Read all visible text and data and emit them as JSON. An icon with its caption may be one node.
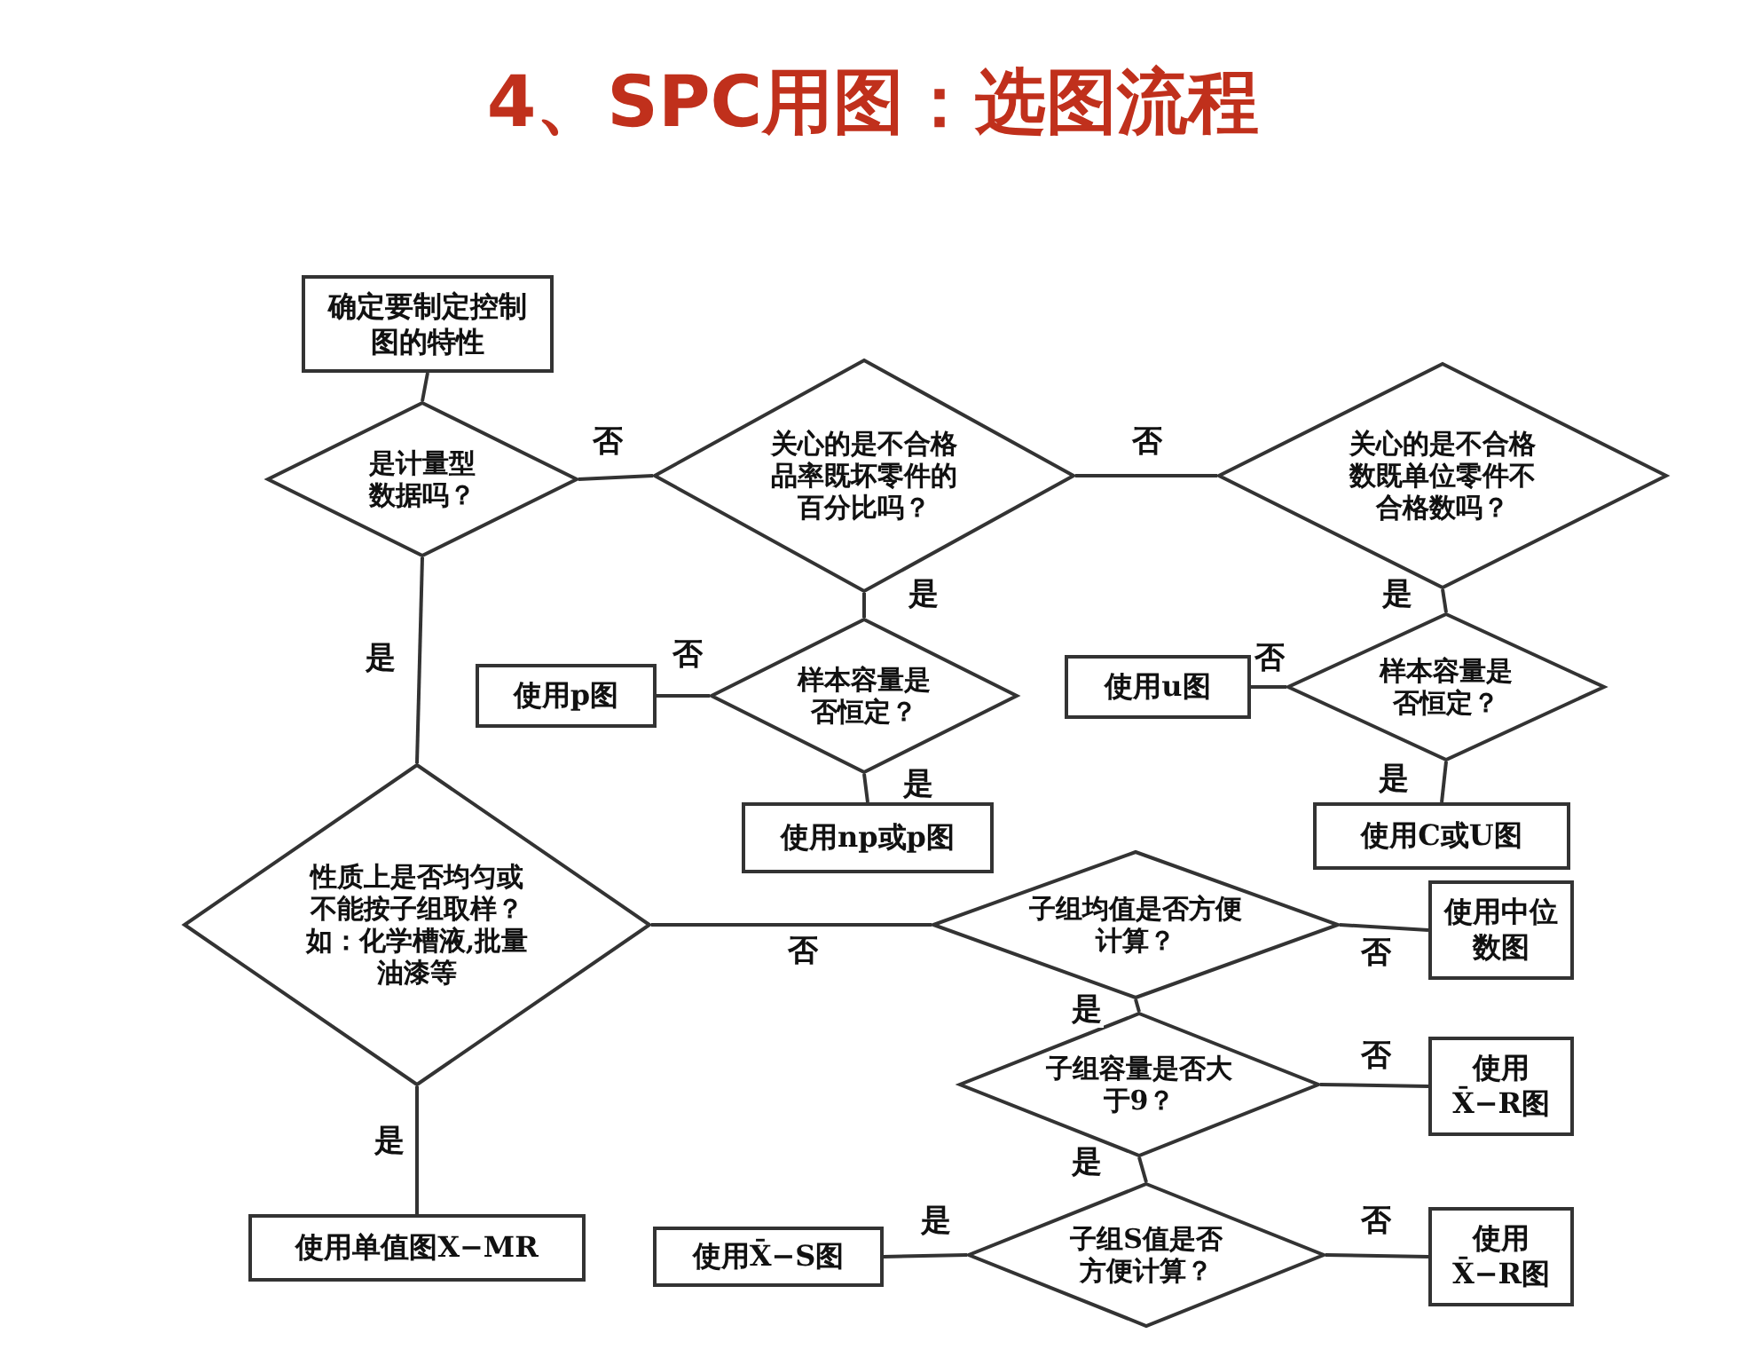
{
  "diagram": {
    "title": "4、SPC用图：选图流程",
    "nodes": [
      {
        "text": [
          "确定要制定控制图的特性"
        ]
      },
      {
        "text": [
          "是计量型数据吗？"
        ]
      },
      {
        "text": [
          "关心的是不合格品率既坏零件的百分比吗？"
        ]
      },
      {
        "text": [
          "关心的是不合格数既单位零件不合格数吗？"
        ]
      },
      {
        "text": [
          "使用p图"
        ]
      },
      {
        "text": [
          "样本容量是否恒定？"
        ]
      },
      {
        "text": [
          "使用np或p图"
        ]
      },
      {
        "text": [
          "使用u图"
        ]
      },
      {
        "text": [
          "样本容量是否恒定？"
        ]
      },
      {
        "text": [
          "使用C或U图"
        ]
      },
      {
        "text": [
          "性质上是否均匀或不能按子组取样？如：化学槽液,批量油漆等"
        ]
      },
      {
        "text": [
          "子组均值是否方便计算？"
        ]
      },
      {
        "text": [
          "使用中位数图"
        ]
      },
      {
        "text": [
          "子组容量是否大于9？"
        ]
      },
      {
        "text": [
          "使用X̄−R图"
        ]
      },
      {
        "text": [
          "子组S值是否方便计算？"
        ]
      },
      {
        "text": [
          "使用X̄−S图"
        ]
      },
      {
        "text": [
          "使用X̄−R图"
        ]
      },
      {
        "text": [
          "使用单值图X−MR"
        ]
      }
    ],
    "edges": [
      {
        "from": 0,
        "to": 1,
        "arrow": "none"
      },
      {
        "from": 1,
        "to": 2,
        "arrow": "none",
        "label": "否"
      },
      {
        "from": 1,
        "to": 10,
        "arrow": "none",
        "label": "是"
      },
      {
        "from": 2,
        "to": 3,
        "arrow": "none",
        "label": "否"
      },
      {
        "from": 2,
        "to": 5,
        "arrow": "none",
        "label": "是"
      },
      {
        "from": 5,
        "to": 4,
        "arrow": "none",
        "label": "否"
      },
      {
        "from": 5,
        "to": 6,
        "arrow": "none",
        "label": "是"
      },
      {
        "from": 3,
        "to": 8,
        "arrow": "none",
        "label": "是"
      },
      {
        "from": 8,
        "to": 7,
        "arrow": "none",
        "label": "否"
      },
      {
        "from": 8,
        "to": 9,
        "arrow": "none",
        "label": "是"
      },
      {
        "from": 10,
        "to": 11,
        "arrow": "none",
        "label": "否"
      },
      {
        "from": 10,
        "to": 18,
        "arrow": "none",
        "label": "是"
      },
      {
        "from": 11,
        "to": 12,
        "arrow": "none",
        "label": "否"
      },
      {
        "from": 11,
        "to": 13,
        "arrow": "none",
        "label": "是"
      },
      {
        "from": 13,
        "to": 14,
        "arrow": "none",
        "label": "否"
      },
      {
        "from": 13,
        "to": 15,
        "arrow": "none",
        "label": "是"
      },
      {
        "from": 15,
        "to": 16,
        "arrow": "none",
        "label": "是"
      },
      {
        "from": 15,
        "to": 17,
        "arrow": "none",
        "label": "否"
      }
    ]
  }
}
